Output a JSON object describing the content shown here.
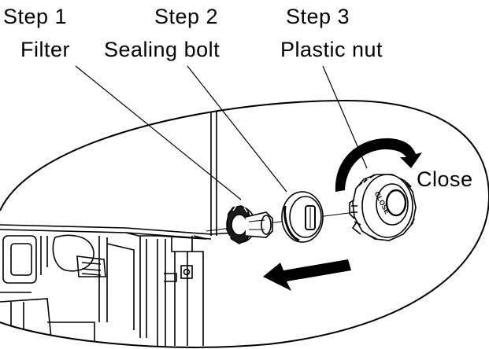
{
  "steps": [
    {
      "title": "Step 1",
      "part": "Filter"
    },
    {
      "title": "Step 2",
      "part": "Sealing bolt"
    },
    {
      "title": "Step 3",
      "part": "Plastic nut"
    }
  ],
  "action": {
    "label": "Close"
  },
  "nut": {
    "engraving": "CLOSE"
  }
}
